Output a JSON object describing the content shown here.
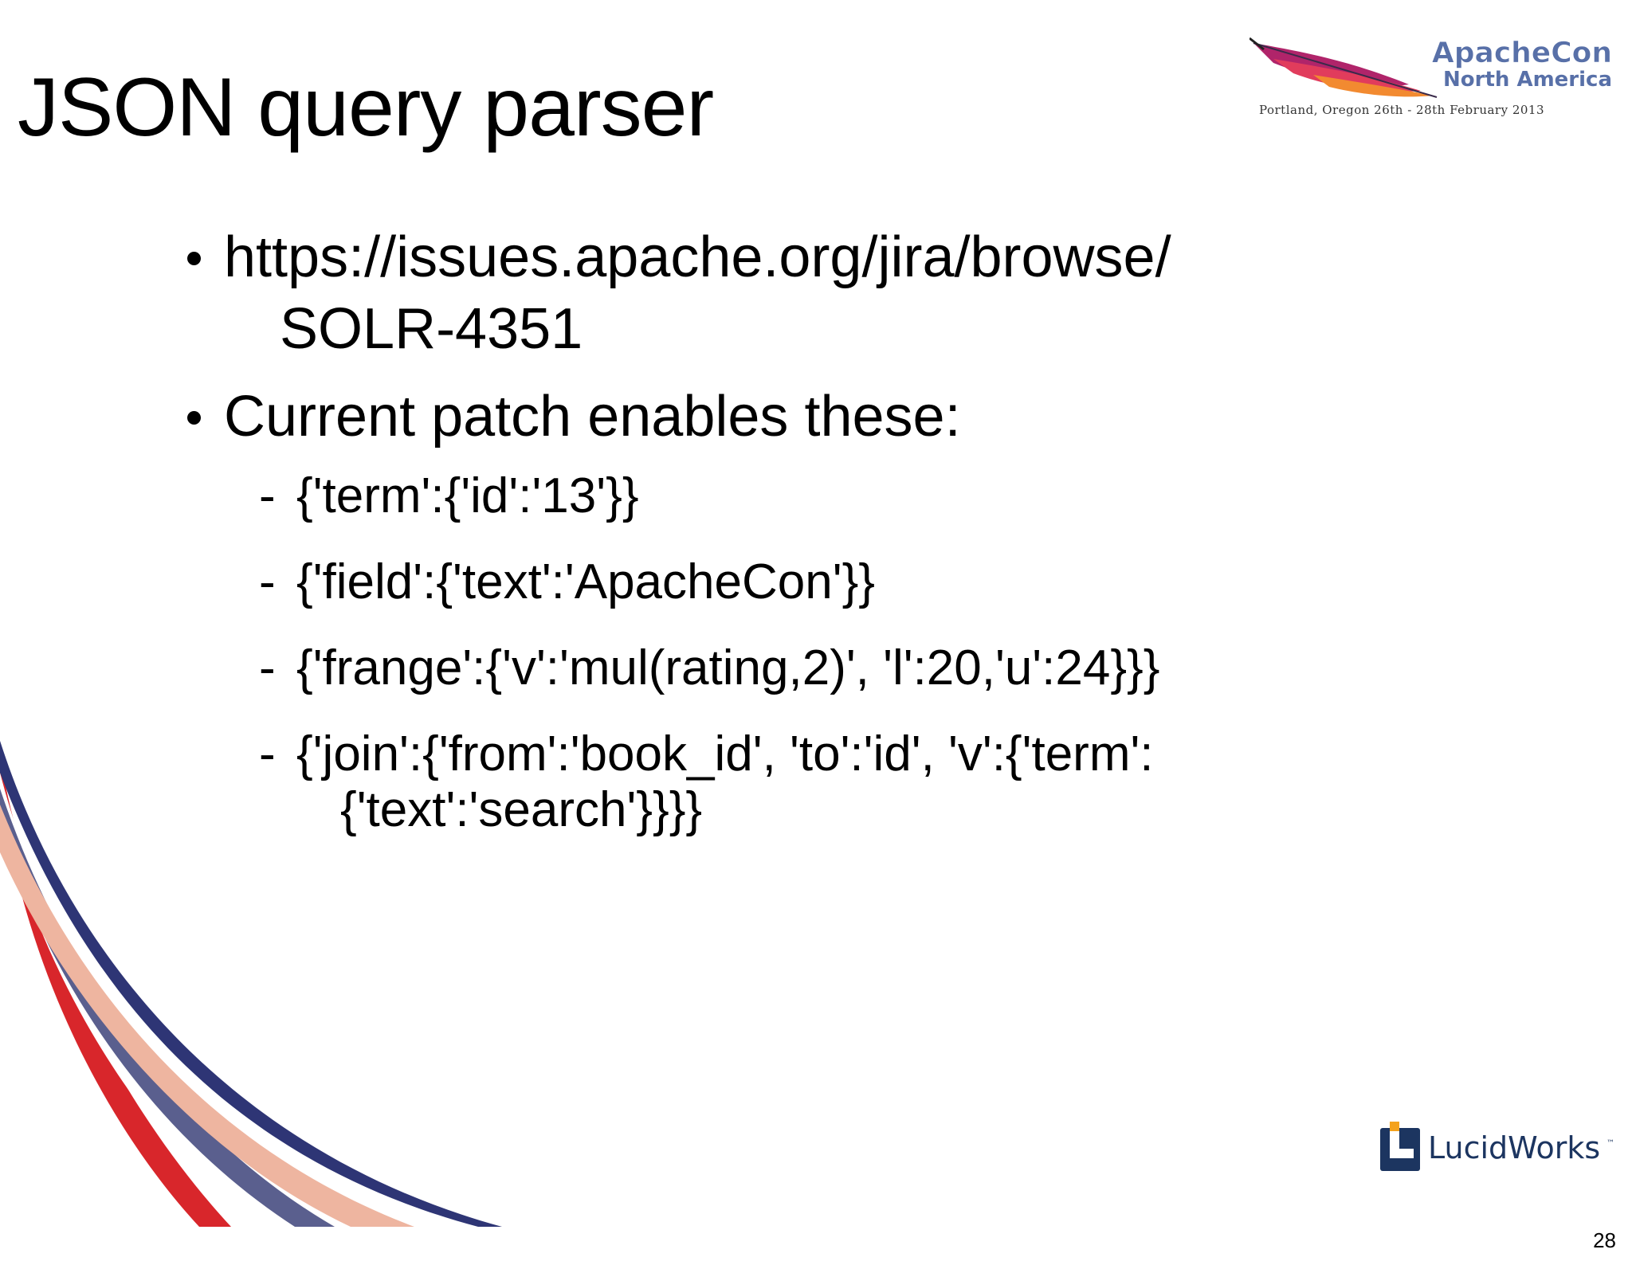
{
  "slide": {
    "title": "JSON query parser",
    "page_number": "28"
  },
  "conference_logo": {
    "name_line1": "ApacheCon",
    "name_line2": "North America",
    "tagline": "Portland, Oregon 26th - 28th February 2013"
  },
  "bullets": [
    {
      "line1": "https://issues.apache.org/jira/browse/",
      "line2": "SOLR-4351"
    },
    {
      "line1": "Current patch enables these:"
    }
  ],
  "sub_bullets": [
    {
      "line1": "{'term':{'id':'13'}}"
    },
    {
      "line1": "{'field':{'text':'ApacheCon'}}"
    },
    {
      "line1": "{'frange':{'v':'mul(rating,2)', 'l':20,'u':24}}}"
    },
    {
      "line1": "{'join':{'from':'book_id', 'to':'id', 'v':{'term':",
      "line2": "{'text':'search'}}}}"
    }
  ],
  "lucidworks_logo": {
    "text": "LucidWorks",
    "tm": "™"
  },
  "colors": {
    "swoosh_red": "#d8262b",
    "swoosh_navy": "#2e3575",
    "swoosh_peach": "#eeb5a0",
    "swoosh_slate": "#5a5f8e",
    "logo_blue": "#1c3560",
    "logo_orange": "#f4a21c",
    "apachecon_blue": "#5870a8"
  }
}
